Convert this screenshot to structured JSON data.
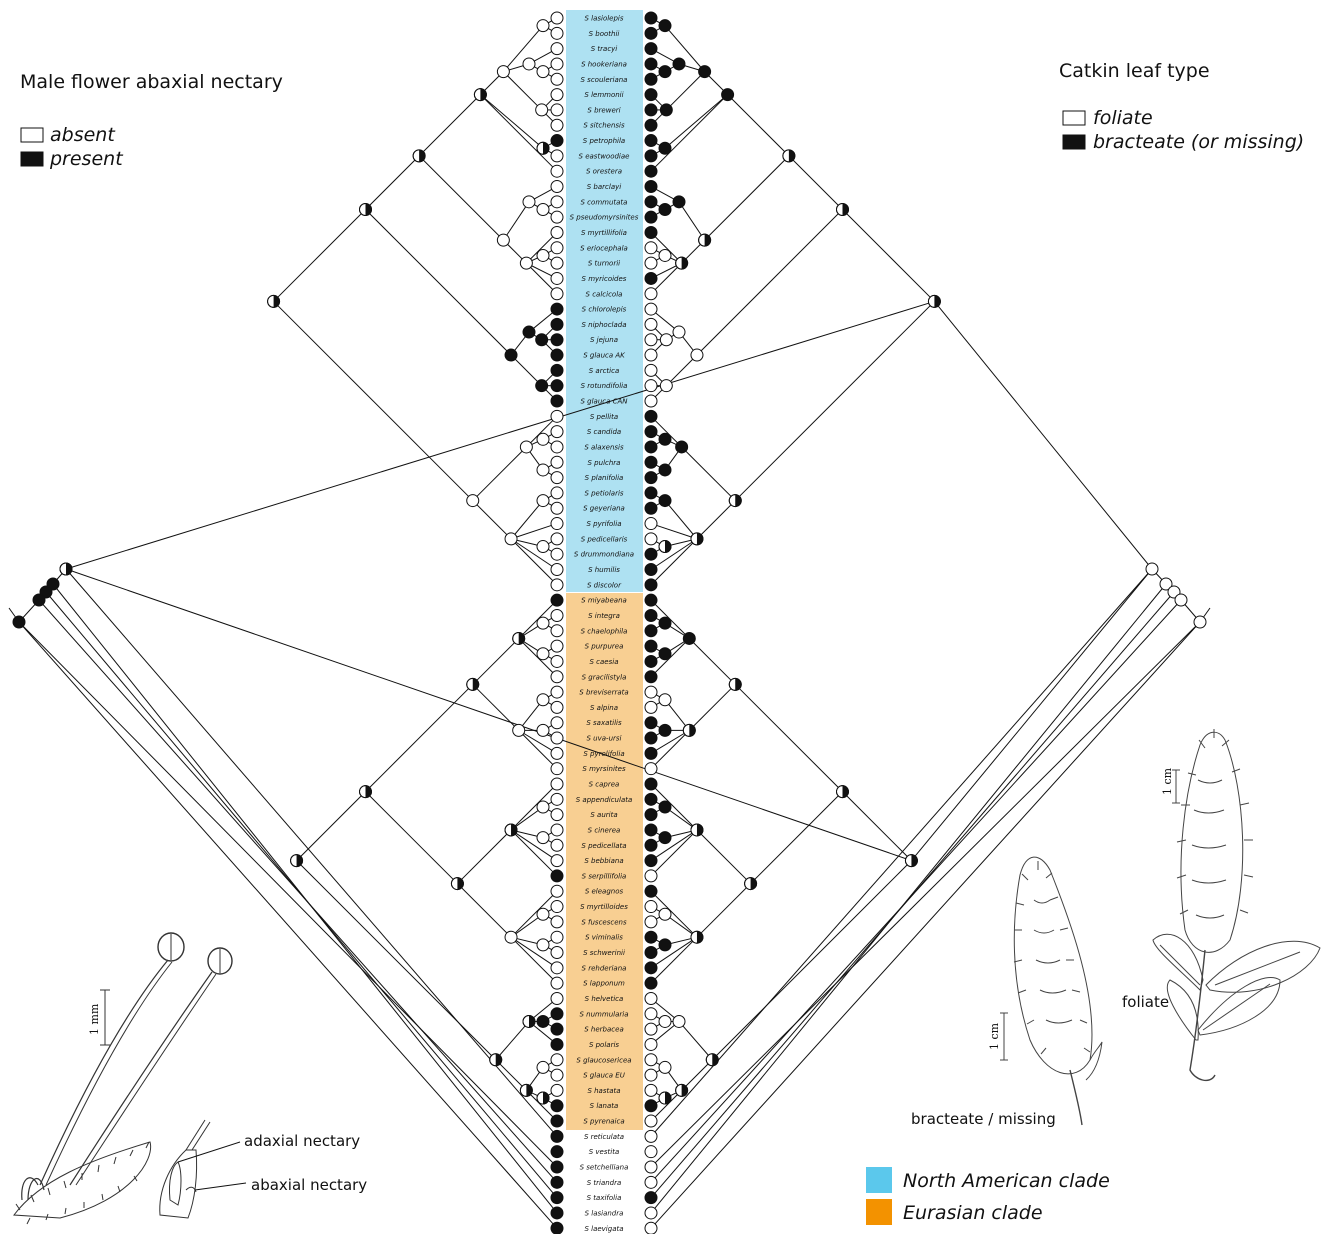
{
  "left_legend": {
    "title": "Male flower abaxial nectary",
    "items": [
      {
        "label": "absent",
        "state": "white"
      },
      {
        "label": "present",
        "state": "black"
      }
    ]
  },
  "right_legend": {
    "title": "Catkin leaf type",
    "items": [
      {
        "label": "foliate",
        "state": "white"
      },
      {
        "label": "bracteate (or missing)",
        "state": "black"
      }
    ]
  },
  "clade_legend": [
    {
      "label": "North American clade",
      "color": "#aee1f2",
      "swatch": "#5bc8ec"
    },
    {
      "label": "Eurasian clade",
      "color": "#f8cf92",
      "swatch": "#f39200"
    }
  ],
  "annotations": {
    "adaxial": "adaxial nectary",
    "abaxial": "abaxial nectary",
    "bracteate": "bracteate / missing",
    "foliate": "foliate",
    "scale_mm": "1 mm",
    "scale_cm_a": "1 cm",
    "scale_cm_b": "1 cm"
  },
  "taxa": [
    {
      "name": "S lasiolepis",
      "clade": "NA",
      "l": "w",
      "r": "b"
    },
    {
      "name": "S boothii",
      "clade": "NA",
      "l": "w",
      "r": "b"
    },
    {
      "name": "S tracyi",
      "clade": "NA",
      "l": "w",
      "r": "b"
    },
    {
      "name": "S hookeriana",
      "clade": "NA",
      "l": "w",
      "r": "b"
    },
    {
      "name": "S scouleriana",
      "clade": "NA",
      "l": "w",
      "r": "b"
    },
    {
      "name": "S lemmonii",
      "clade": "NA",
      "l": "w",
      "r": "b"
    },
    {
      "name": "S breweri",
      "clade": "NA",
      "l": "w",
      "r": "b"
    },
    {
      "name": "S sitchensis",
      "clade": "NA",
      "l": "w",
      "r": "b"
    },
    {
      "name": "S petrophila",
      "clade": "NA",
      "l": "b",
      "r": "b"
    },
    {
      "name": "S eastwoodiae",
      "clade": "NA",
      "l": "w",
      "r": "b"
    },
    {
      "name": "S orestera",
      "clade": "NA",
      "l": "w",
      "r": "b"
    },
    {
      "name": "S barclayi",
      "clade": "NA",
      "l": "w",
      "r": "b"
    },
    {
      "name": "S commutata",
      "clade": "NA",
      "l": "w",
      "r": "b"
    },
    {
      "name": "S pseudomyrsinites",
      "clade": "NA",
      "l": "w",
      "r": "b"
    },
    {
      "name": "S myrtillifolia",
      "clade": "NA",
      "l": "w",
      "r": "b"
    },
    {
      "name": "S eriocephala",
      "clade": "NA",
      "l": "w",
      "r": "w"
    },
    {
      "name": "S turnorii",
      "clade": "NA",
      "l": "w",
      "r": "w"
    },
    {
      "name": "S myricoides",
      "clade": "NA",
      "l": "w",
      "r": "b"
    },
    {
      "name": "S calcicola",
      "clade": "NA",
      "l": "w",
      "r": "w"
    },
    {
      "name": "S chlorolepis",
      "clade": "NA",
      "l": "b",
      "r": "w"
    },
    {
      "name": "S niphoclada",
      "clade": "NA",
      "l": "b",
      "r": "w"
    },
    {
      "name": "S jejuna",
      "clade": "NA",
      "l": "b",
      "r": "w"
    },
    {
      "name": "S glauca AK",
      "clade": "NA",
      "l": "b",
      "r": "w"
    },
    {
      "name": "S arctica",
      "clade": "NA",
      "l": "b",
      "r": "w"
    },
    {
      "name": "S rotundifolia",
      "clade": "NA",
      "l": "b",
      "r": "w"
    },
    {
      "name": "S glauca CAN",
      "clade": "NA",
      "l": "b",
      "r": "w"
    },
    {
      "name": "S pellita",
      "clade": "NA",
      "l": "w",
      "r": "b"
    },
    {
      "name": "S candida",
      "clade": "NA",
      "l": "w",
      "r": "b"
    },
    {
      "name": "S alaxensis",
      "clade": "NA",
      "l": "w",
      "r": "b"
    },
    {
      "name": "S pulchra",
      "clade": "NA",
      "l": "w",
      "r": "b"
    },
    {
      "name": "S planifolia",
      "clade": "NA",
      "l": "w",
      "r": "b"
    },
    {
      "name": "S petiolaris",
      "clade": "NA",
      "l": "w",
      "r": "b"
    },
    {
      "name": "S geyeriana",
      "clade": "NA",
      "l": "w",
      "r": "b"
    },
    {
      "name": "S pyrifolia",
      "clade": "NA",
      "l": "w",
      "r": "w"
    },
    {
      "name": "S pedicellaris",
      "clade": "NA",
      "l": "w",
      "r": "w"
    },
    {
      "name": "S drummondiana",
      "clade": "NA",
      "l": "w",
      "r": "b"
    },
    {
      "name": "S humilis",
      "clade": "NA",
      "l": "w",
      "r": "b"
    },
    {
      "name": "S discolor",
      "clade": "NA",
      "l": "w",
      "r": "b"
    },
    {
      "name": "S miyabeana",
      "clade": "EU",
      "l": "b",
      "r": "b"
    },
    {
      "name": "S integra",
      "clade": "EU",
      "l": "w",
      "r": "b"
    },
    {
      "name": "S chaelophila",
      "clade": "EU",
      "l": "w",
      "r": "b"
    },
    {
      "name": "S purpurea",
      "clade": "EU",
      "l": "w",
      "r": "b"
    },
    {
      "name": "S caesia",
      "clade": "EU",
      "l": "w",
      "r": "b"
    },
    {
      "name": "S gracilistyla",
      "clade": "EU",
      "l": "w",
      "r": "b"
    },
    {
      "name": "S breviserrata",
      "clade": "EU",
      "l": "w",
      "r": "w"
    },
    {
      "name": "S alpina",
      "clade": "EU",
      "l": "w",
      "r": "w"
    },
    {
      "name": "S saxatilis",
      "clade": "EU",
      "l": "w",
      "r": "b"
    },
    {
      "name": "S uva-ursi",
      "clade": "EU",
      "l": "w",
      "r": "b"
    },
    {
      "name": "S pyrolifolia",
      "clade": "EU",
      "l": "w",
      "r": "b"
    },
    {
      "name": "S myrsinites",
      "clade": "EU",
      "l": "w",
      "r": "w"
    },
    {
      "name": "S caprea",
      "clade": "EU",
      "l": "w",
      "r": "b"
    },
    {
      "name": "S appendiculata",
      "clade": "EU",
      "l": "w",
      "r": "b"
    },
    {
      "name": "S aurita",
      "clade": "EU",
      "l": "w",
      "r": "b"
    },
    {
      "name": "S cinerea",
      "clade": "EU",
      "l": "w",
      "r": "b"
    },
    {
      "name": "S pedicellata",
      "clade": "EU",
      "l": "w",
      "r": "b"
    },
    {
      "name": "S bebbiana",
      "clade": "EU",
      "l": "w",
      "r": "b"
    },
    {
      "name": "S serpillifolia",
      "clade": "EU",
      "l": "b",
      "r": "w"
    },
    {
      "name": "S eleagnos",
      "clade": "EU",
      "l": "w",
      "r": "b"
    },
    {
      "name": "S myrtilloides",
      "clade": "EU",
      "l": "w",
      "r": "w"
    },
    {
      "name": "S fuscescens",
      "clade": "EU",
      "l": "w",
      "r": "w"
    },
    {
      "name": "S viminalis",
      "clade": "EU",
      "l": "w",
      "r": "b"
    },
    {
      "name": "S schwerinii",
      "clade": "EU",
      "l": "w",
      "r": "b"
    },
    {
      "name": "S rehderiana",
      "clade": "EU",
      "l": "w",
      "r": "b"
    },
    {
      "name": "S lapponum",
      "clade": "EU",
      "l": "w",
      "r": "b"
    },
    {
      "name": "S helvetica",
      "clade": "EU",
      "l": "w",
      "r": "w"
    },
    {
      "name": "S nummularia",
      "clade": "EU",
      "l": "b",
      "r": "w"
    },
    {
      "name": "S herbacea",
      "clade": "EU",
      "l": "b",
      "r": "w"
    },
    {
      "name": "S polaris",
      "clade": "EU",
      "l": "b",
      "r": "w"
    },
    {
      "name": "S glaucosericea",
      "clade": "EU",
      "l": "w",
      "r": "w"
    },
    {
      "name": "S glauca  EU",
      "clade": "EU",
      "l": "w",
      "r": "w"
    },
    {
      "name": "S hastata",
      "clade": "EU",
      "l": "w",
      "r": "w"
    },
    {
      "name": "S lanata",
      "clade": "EU",
      "l": "b",
      "r": "b"
    },
    {
      "name": "S pyrenaica",
      "clade": "EU",
      "l": "b",
      "r": "w"
    },
    {
      "name": "S reticulata",
      "clade": "none",
      "l": "b",
      "r": "w"
    },
    {
      "name": "S vestita",
      "clade": "none",
      "l": "b",
      "r": "w"
    },
    {
      "name": "S setchelliana",
      "clade": "none",
      "l": "b",
      "r": "w"
    },
    {
      "name": "S triandra",
      "clade": "none",
      "l": "b",
      "r": "w"
    },
    {
      "name": "S taxifolia",
      "clade": "none",
      "l": "b",
      "r": "b"
    },
    {
      "name": "S lasiandra",
      "clade": "none",
      "l": "b",
      "r": "w"
    },
    {
      "name": "S laevigata",
      "clade": "none",
      "l": "b",
      "r": "w"
    }
  ],
  "tree": {
    "top": {
      "c": [
        {
          "c": [
            {
              "c": [
                {
                  "c": [
                    {
                      "c": [
                        {
                          "c": [
                            {
                              "t": 0
                            },
                            {
                              "t": 1
                            }
                          ]
                        },
                        {
                          "c": [
                            {
                              "t": 2
                            },
                            {
                              "c": [
                                {
                                  "t": 3
                                },
                                {
                                  "t": 4
                                }
                              ]
                            }
                          ]
                        },
                        {
                          "c": [
                            {
                              "t": 5
                            },
                            {
                              "t": 6
                            },
                            {
                              "t": 7
                            }
                          ]
                        }
                      ]
                    },
                    {
                      "c": [
                        {
                          "t": 8
                        },
                        {
                          "t": 9
                        }
                      ]
                    },
                    {
                      "t": 10
                    }
                  ]
                },
                {
                  "c": [
                    {
                      "c": [
                        {
                          "t": 11
                        },
                        {
                          "c": [
                            {
                              "t": 12
                            },
                            {
                              "t": 13
                            }
                          ]
                        }
                      ]
                    },
                    {
                      "c": [
                        {
                          "t": 14
                        },
                        {
                          "c": [
                            {
                              "t": 15
                            },
                            {
                              "t": 16
                            }
                          ]
                        },
                        {
                          "t": 17
                        },
                        {
                          "t": 18
                        }
                      ]
                    }
                  ]
                }
              ]
            },
            {
              "c": [
                {
                  "c": [
                    {
                      "t": 19
                    },
                    {
                      "c": [
                        {
                          "t": 20
                        },
                        {
                          "t": 21
                        },
                        {
                          "t": 22
                        }
                      ]
                    }
                  ]
                },
                {
                  "c": [
                    {
                      "t": 23
                    },
                    {
                      "t": 24
                    },
                    {
                      "t": 25
                    }
                  ]
                }
              ]
            }
          ]
        },
        {
          "c": [
            {
              "c": [
                {
                  "t": 26
                },
                {
                  "c": [
                    {
                      "t": 27
                    },
                    {
                      "t": 28
                    }
                  ]
                },
                {
                  "c": [
                    {
                      "t": 29
                    },
                    {
                      "t": 30
                    }
                  ]
                }
              ]
            },
            {
              "c": [
                {
                  "c": [
                    {
                      "t": 31
                    },
                    {
                      "t": 32
                    }
                  ]
                },
                {
                  "t": 33
                },
                {
                  "c": [
                    {
                      "t": 34
                    },
                    {
                      "t": 35
                    }
                  ]
                },
                {
                  "t": 36
                },
                {
                  "t": 37
                }
              ]
            }
          ]
        }
      ]
    },
    "bottom": {
      "c": [
        {
          "c": [
            {
              "c": [
                {
                  "c": [
                    {
                      "t": 38
                    },
                    {
                      "c": [
                        {
                          "t": 39
                        },
                        {
                          "t": 40
                        }
                      ]
                    },
                    {
                      "c": [
                        {
                          "t": 41
                        },
                        {
                          "t": 42
                        }
                      ]
                    },
                    {
                      "t": 43
                    }
                  ]
                },
                {
                  "c": [
                    {
                      "c": [
                        {
                          "t": 44
                        },
                        {
                          "t": 45
                        }
                      ]
                    },
                    {
                      "c": [
                        {
                          "t": 46
                        },
                        {
                          "t": 47
                        }
                      ]
                    },
                    {
                      "t": 48
                    },
                    {
                      "t": 49
                    }
                  ]
                }
              ]
            },
            {
              "c": [
                {
                  "c": [
                    {
                      "t": 50
                    },
                    {
                      "c": [
                        {
                          "t": 51
                        },
                        {
                          "t": 52
                        }
                      ]
                    },
                    {
                      "c": [
                        {
                          "t": 53
                        },
                        {
                          "t": 54
                        }
                      ]
                    },
                    {
                      "t": 55
                    },
                    {
                      "t": 56
                    }
                  ]
                },
                {
                  "c": [
                    {
                      "t": 57
                    },
                    {
                      "c": [
                        {
                          "t": 58
                        },
                        {
                          "t": 59
                        }
                      ]
                    },
                    {
                      "c": [
                        {
                          "t": 60
                        },
                        {
                          "t": 61
                        }
                      ]
                    },
                    {
                      "t": 62
                    },
                    {
                      "t": 63
                    }
                  ]
                }
              ]
            }
          ]
        },
        {
          "c": [
            {
              "c": [
                {
                  "t": 64
                },
                {
                  "c": [
                    {
                      "t": 65
                    },
                    {
                      "t": 66
                    }
                  ]
                },
                {
                  "t": 67
                }
              ]
            },
            {
              "c": [
                {
                  "c": [
                    {
                      "t": 68
                    },
                    {
                      "t": 69
                    }
                  ]
                },
                {
                  "c": [
                    {
                      "t": 70
                    },
                    {
                      "t": 71
                    }
                  ]
                },
                {
                  "t": 72
                }
              ]
            }
          ]
        }
      ]
    }
  }
}
